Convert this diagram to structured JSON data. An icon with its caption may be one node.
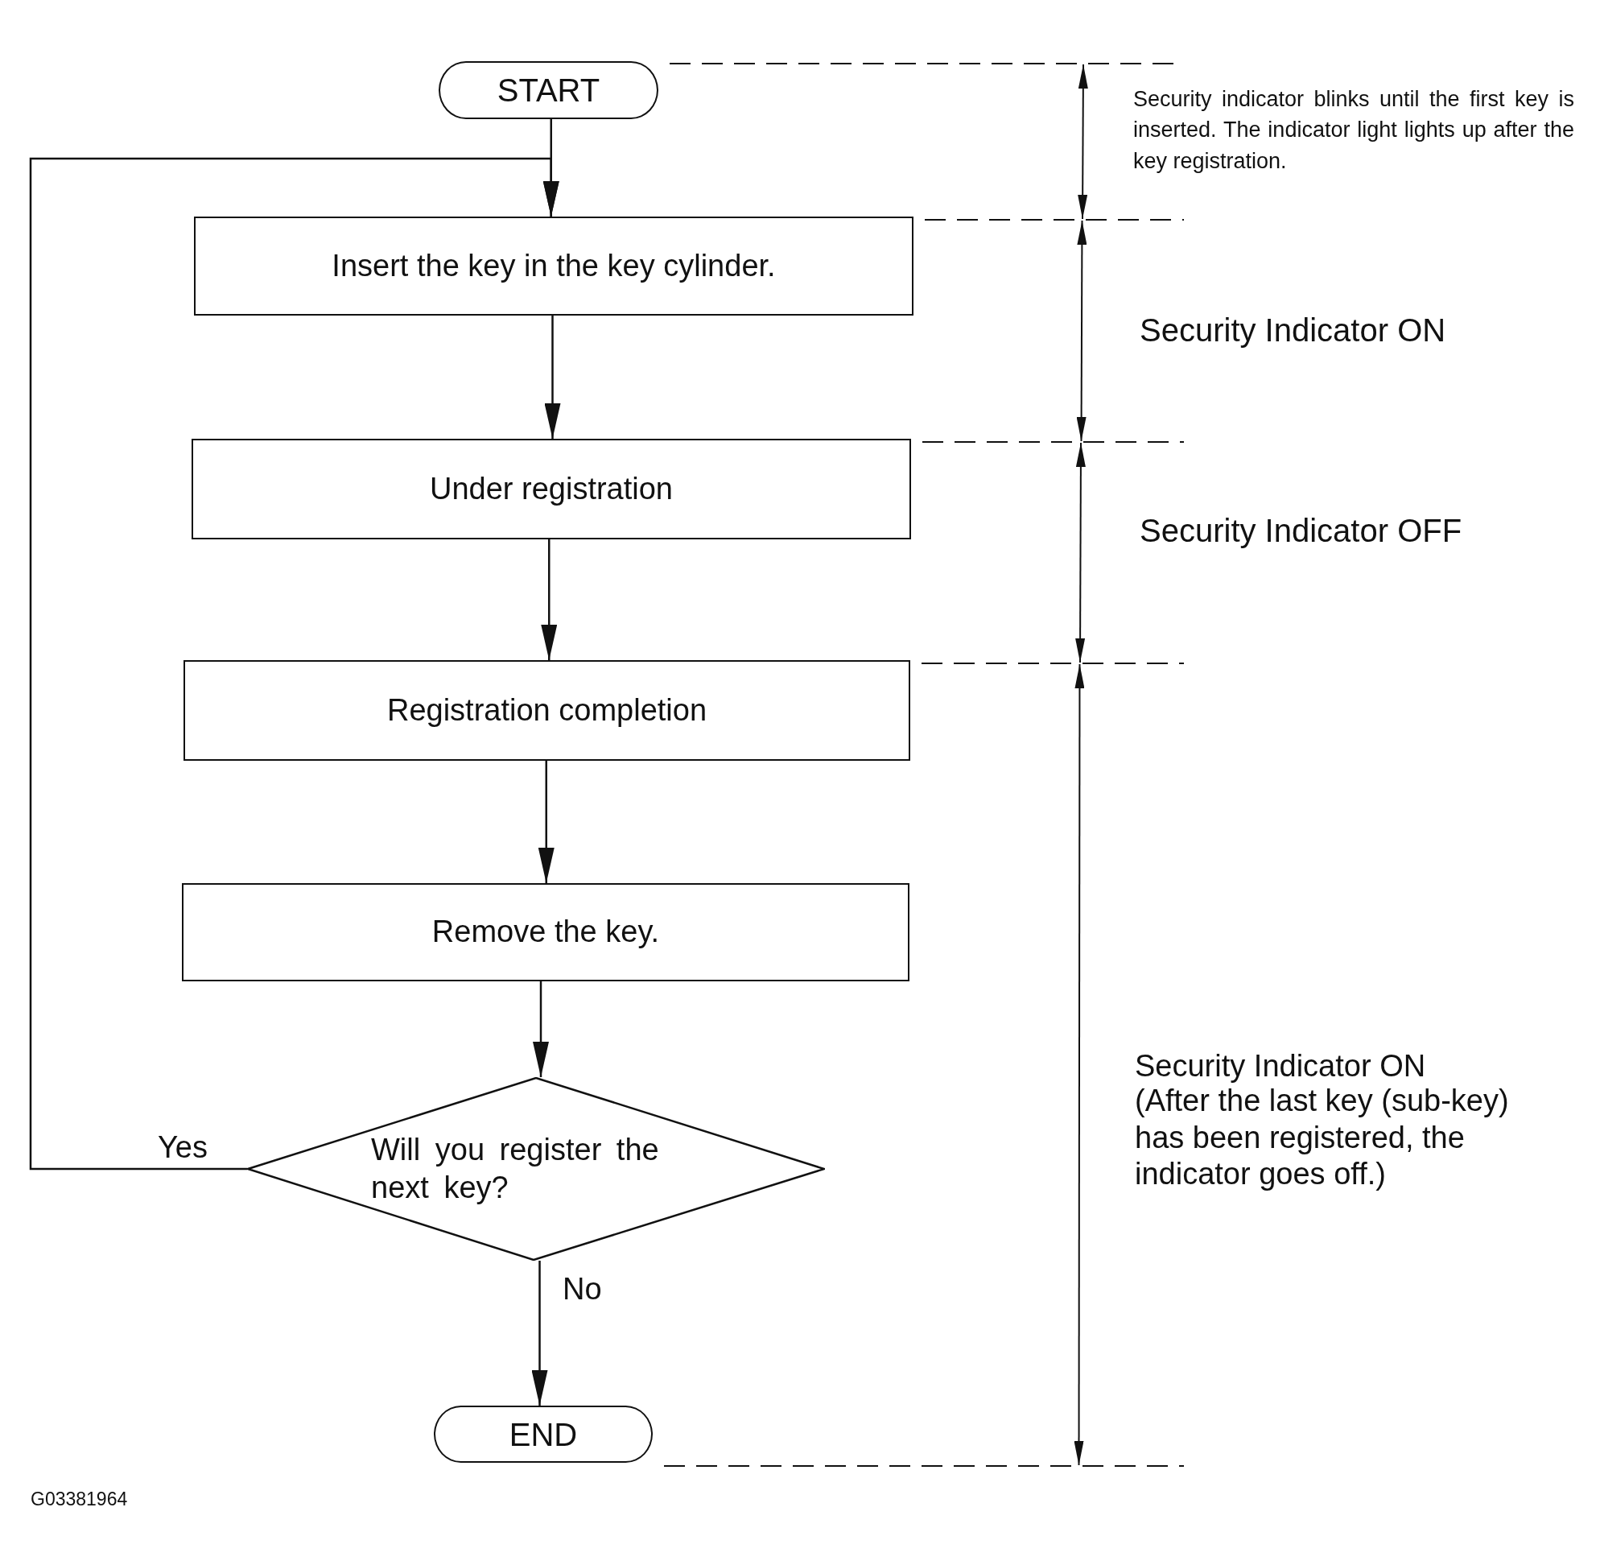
{
  "diagram": {
    "nodes": [
      {
        "text": [
          "START"
        ]
      },
      {
        "text": [
          "Insert the key in the key cylinder."
        ]
      },
      {
        "text": [
          "Under registration"
        ]
      },
      {
        "text": [
          "Registration completion"
        ]
      },
      {
        "text": [
          "Remove the key."
        ]
      },
      {
        "text": [
          "Will you register the next key?"
        ]
      },
      {
        "text": [
          "END"
        ]
      }
    ],
    "edges": [
      {
        "from": 0,
        "to": 1,
        "arrow": "to"
      },
      {
        "from": 1,
        "to": 2,
        "arrow": "to"
      },
      {
        "from": 2,
        "to": 3,
        "arrow": "to"
      },
      {
        "from": 3,
        "to": 4,
        "arrow": "to"
      },
      {
        "from": 4,
        "to": 5,
        "arrow": "to"
      },
      {
        "from": 5,
        "to": 6,
        "arrow": "to",
        "label": "No"
      },
      {
        "from": 5,
        "to": 1,
        "arrow": "to",
        "label": "Yes"
      }
    ],
    "labels": [
      "Security indicator blinks until the first key is inserted. The indicator light lights up after the key registration.",
      "Security Indicator ON",
      "Security Indicator OFF",
      "Security Indicator ON",
      "(After the last key (sub-key) has been registered, the indicator goes off.)",
      "G03381964"
    ]
  }
}
